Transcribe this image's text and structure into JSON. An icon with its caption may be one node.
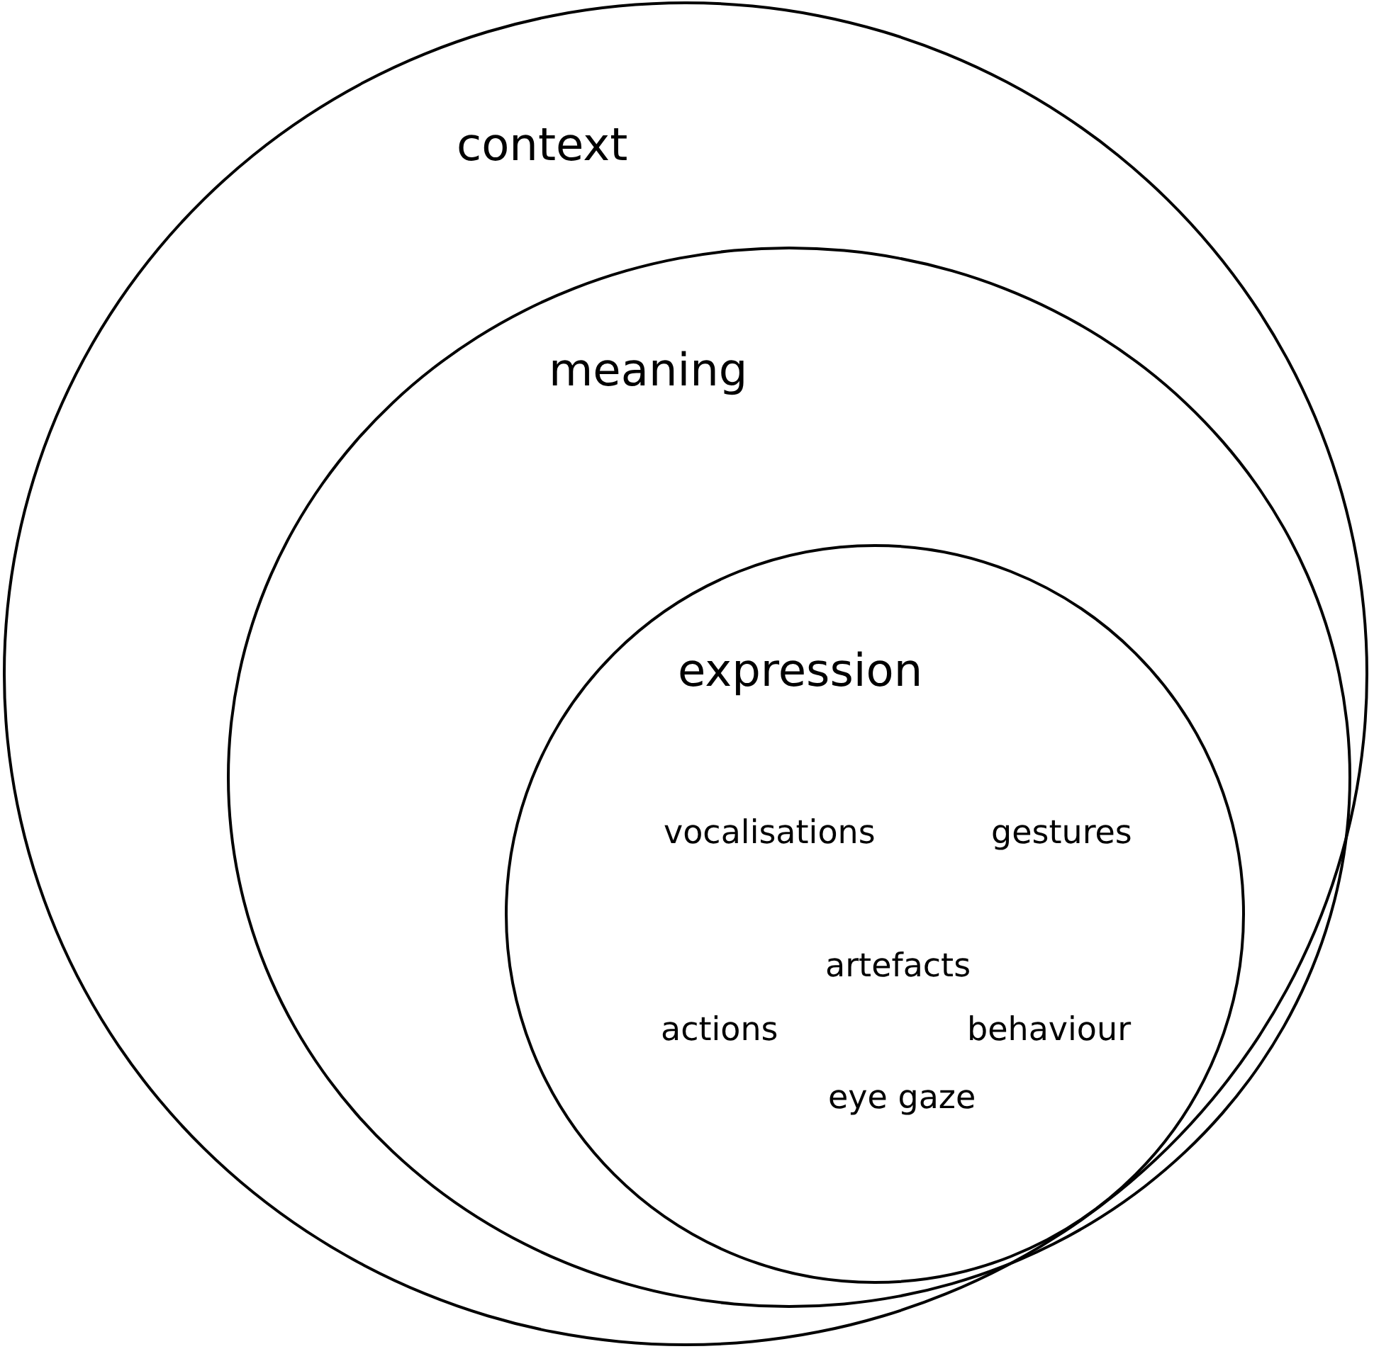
{
  "diagram": {
    "nodes": [
      {
        "text": [
          "context"
        ]
      },
      {
        "text": [
          "meaning"
        ],
        "in": 0
      },
      {
        "text": [
          "expression",
          "vocalisations",
          "gestures",
          "artefacts",
          "actions",
          "behaviour",
          "eye gaze"
        ],
        "in": 1
      }
    ]
  }
}
